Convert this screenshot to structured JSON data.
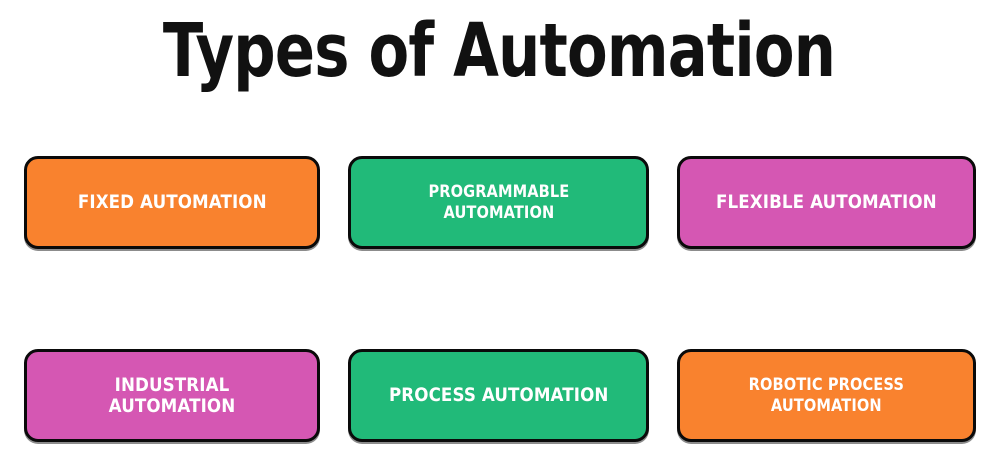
{
  "page": {
    "title": "Types of Automation",
    "background_color": "#ffffff",
    "title_color": "#111111"
  },
  "palette": {
    "orange": "#f9822e",
    "green": "#21ba79",
    "pink": "#d557b3",
    "border": "#0a0a0a",
    "label_text": "#ffffff"
  },
  "boxes": [
    {
      "label": "FIXED AUTOMATION",
      "color_name": "orange",
      "color": "#f9822e",
      "row": 1,
      "column": 1
    },
    {
      "label": "PROGRAMMABLE\nAUTOMATION",
      "color_name": "green",
      "color": "#21ba79",
      "row": 1,
      "column": 2
    },
    {
      "label": "FLEXIBLE AUTOMATION",
      "color_name": "pink",
      "color": "#d557b3",
      "row": 1,
      "column": 3
    },
    {
      "label": "INDUSTRIAL AUTOMATION",
      "color_name": "pink",
      "color": "#d557b3",
      "row": 2,
      "column": 1
    },
    {
      "label": "PROCESS AUTOMATION",
      "color_name": "green",
      "color": "#21ba79",
      "row": 2,
      "column": 2
    },
    {
      "label": "ROBOTIC PROCESS\nAUTOMATION",
      "color_name": "orange",
      "color": "#f9822e",
      "row": 2,
      "column": 3
    }
  ]
}
